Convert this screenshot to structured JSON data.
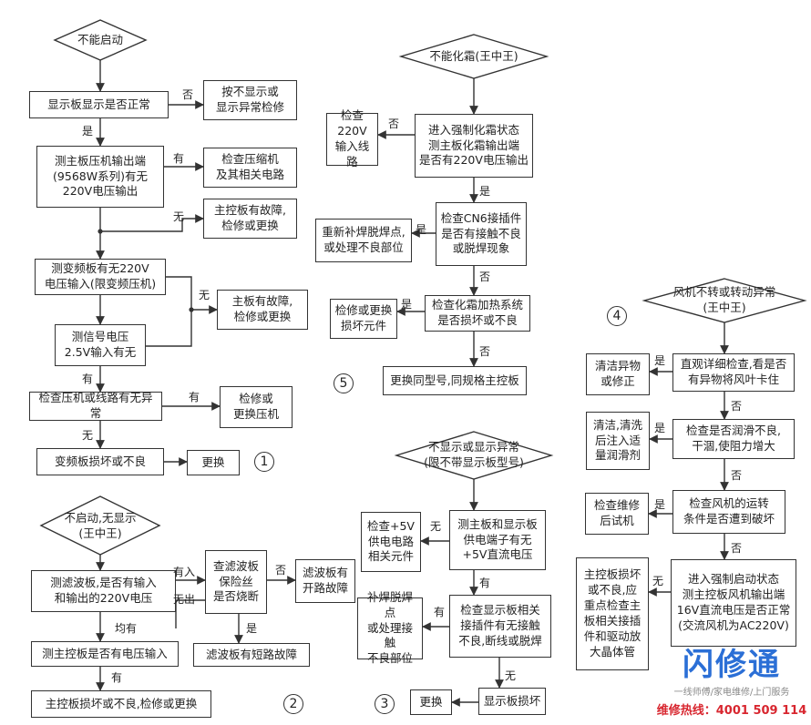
{
  "flow1": {
    "start": "不能启动",
    "display_ok": "显示板显示是否正常",
    "display_fix": "按不显示或\n显示异常检修",
    "compressor_out": "测主板压机输出端\n(9568W系列)有无\n220V电压输出",
    "check_compressor": "检查压缩机\n及其相关电路",
    "main_board_fault_a": "主控板有故障,\n检修或更换",
    "inverter_in": "测变频板有无220V\n电压输入(限变频压机)",
    "main_board_fault_b": "主板有故障,\n检修或更换",
    "signal_voltage": "测信号电压\n2.5V输入有无",
    "check_line": "检查压机或线路有无异常",
    "repair_compressor": "检修或\n更换压机",
    "inverter_bad": "变频板损坏或不良",
    "replace": "更换",
    "number": "1",
    "labels": {
      "no": "否",
      "yes": "是",
      "have": "有",
      "none": "无"
    }
  },
  "flow2": {
    "start": "不启动,无显示\n(王中王)",
    "filter_board": "测滤波板,是否有输入\n和输出的220V电压",
    "filter_fuse": "查滤波板\n保险丝\n是否烧断",
    "filter_open": "滤波板有\n开路故障",
    "filter_short": "滤波板有短路故障",
    "main_input": "测主控板是否有电压输入",
    "main_bad": "主控板损坏或不良,检修或更换",
    "number": "2",
    "labels": {
      "in_yes": "有入",
      "out_none": "无出",
      "both": "均有",
      "no": "否",
      "yes": "是",
      "have": "有"
    }
  },
  "flow3": {
    "start": "不显示或显示异常\n(限不带显示板型号)",
    "check5v": "测主板和显示板\n供电端子有无\n+5V直流电压",
    "check_5v_circuit": "检查+5V\n供电电路\n相关元件",
    "check_connector": "检查显示板相关\n接插件有无接触\n不良,断线或脱焊",
    "resolder": "补焊脱焊点\n或处理接触\n不良部位",
    "display_bad": "显示板损坏",
    "replace": "更换",
    "number": "3",
    "labels": {
      "none": "无",
      "have": "有",
      "none2": "无"
    }
  },
  "flow4": {
    "start": "风机不转或转动异常\n(王中王)",
    "inspect": "直观详细检查,看是否\n有异物将风叶卡住",
    "clean": "清洁异物\n或修正",
    "lube": "检查是否润滑不良,\n干涸,使阻力增大",
    "clean_lube": "清洁,清洗\n后注入适\n量润滑剂",
    "fan_cond": "检查风机的运转\n条件是否遭到破坏",
    "repair_test": "检查维修\n后试机",
    "force_start": "进入强制启动状态\n测主控板风机输出端\n16V直流电压是否正常\n(交流风机为AC220V)",
    "main_fault": "主控板损坏\n或不良,应\n重点检查主\n板相关接插\n件和驱动放\n大晶体管",
    "number": "4",
    "labels": {
      "yes": "是",
      "no": "否",
      "none": "无"
    }
  },
  "flow5": {
    "start": "不能化霜(王中王)",
    "defrost": "进入强制化霜状态\n测主板化霜输出端\n是否有220V电压输出",
    "check_220": "检查220V\n输入线路",
    "cn6": "检查CN6接插件\n是否有接触不良\n或脱焊现象",
    "resolder": "重新补焊脱焊点,\n或处理不良部位",
    "heater": "检查化霜加热系统\n是否损坏或不良",
    "repair_heater": "检修或更换\n损坏元件",
    "replace_board": "更换同型号,同规格主控板",
    "number": "5",
    "labels": {
      "no": "否",
      "yes": "是"
    }
  },
  "brand": {
    "name": "闪修通",
    "tagline": "一线师傅/家电维修/上门服务",
    "hotline": "维修热线：4001 509 114"
  }
}
